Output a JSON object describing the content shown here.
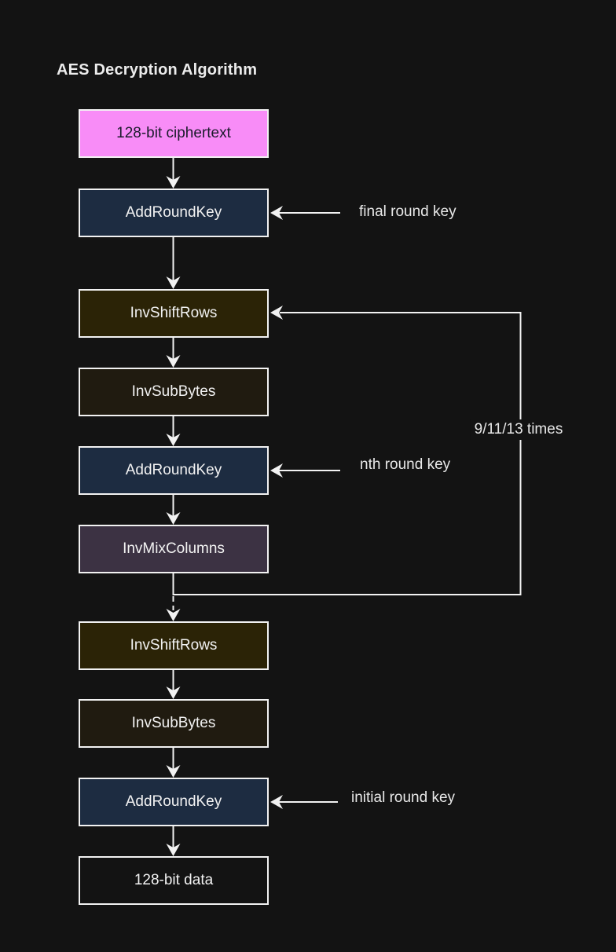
{
  "title": "AES Decryption Algorithm",
  "colors": {
    "background": "#131313",
    "node_border": "#f2f2f2",
    "arrow": "#f2f2f2",
    "node_text": "#f2f2f2",
    "ciphertext_fill": "#f88cf7",
    "ciphertext_text": "#1b1b2c",
    "addroundkey_fill": "#1d2c41",
    "invshiftrows_fill": "#2b2306",
    "invsubbytes_fill": "#201b10",
    "invmixcolumns_fill": "#3c3243",
    "data_fill": "#131313"
  },
  "nodes": [
    {
      "id": "ciphertext",
      "label": "128-bit ciphertext"
    },
    {
      "id": "addroundkey-final",
      "label": "AddRoundKey"
    },
    {
      "id": "invshiftrows-loop",
      "label": "InvShiftRows"
    },
    {
      "id": "invsubbytes-loop",
      "label": "InvSubBytes"
    },
    {
      "id": "addroundkey-nth",
      "label": "AddRoundKey"
    },
    {
      "id": "invmixcolumns",
      "label": "InvMixColumns"
    },
    {
      "id": "invshiftrows-final",
      "label": "InvShiftRows"
    },
    {
      "id": "invsubbytes-final",
      "label": "InvSubBytes"
    },
    {
      "id": "addroundkey-initial",
      "label": "AddRoundKey"
    },
    {
      "id": "data",
      "label": "128-bit data"
    }
  ],
  "annotations": {
    "final_round_key": "final round key",
    "nth_round_key": "nth round key",
    "initial_round_key": "initial round key",
    "loop_label": "9/11/13 times"
  }
}
